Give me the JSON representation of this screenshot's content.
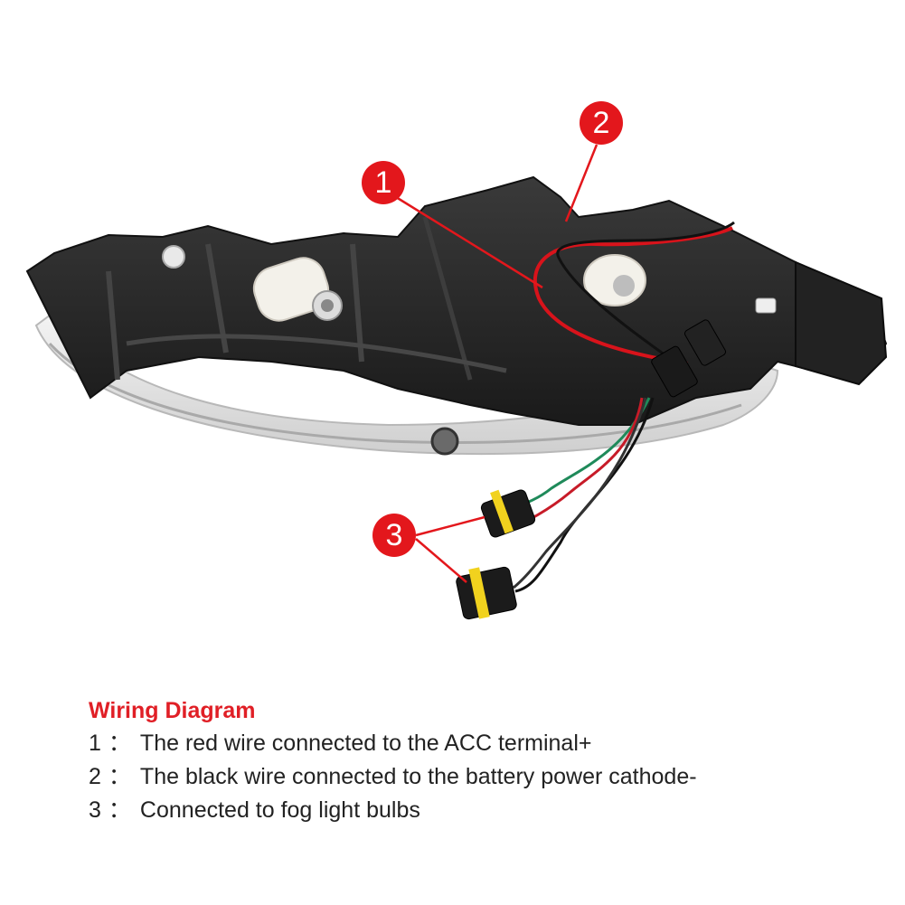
{
  "colors": {
    "accent_red": "#e01f26",
    "callout_red": "#e3171c",
    "housing_black": "#2b2b2b",
    "housing_dark": "#1c1c1c",
    "lens_grey": "#e4e4e4",
    "bulb_white": "#f3f1ea",
    "wire_red": "#d8131b",
    "wire_black": "#111111",
    "wire_green": "#1f8a5a",
    "connector_yellow": "#f1d21e",
    "text_dark": "#222222"
  },
  "callouts": [
    {
      "label": "1"
    },
    {
      "label": "2"
    },
    {
      "label": "3"
    }
  ],
  "legend": {
    "title": "Wiring Diagram",
    "separator": "：",
    "items": [
      {
        "num": "1",
        "text": "The red wire connected to the ACC terminal+"
      },
      {
        "num": "2",
        "text": "The black wire connected to the battery power cathode-"
      },
      {
        "num": "3",
        "text": "Connected to fog light bulbs"
      }
    ]
  },
  "icons": {
    "product": "headlight-assembly-icon",
    "connector": "wire-connector-icon"
  }
}
